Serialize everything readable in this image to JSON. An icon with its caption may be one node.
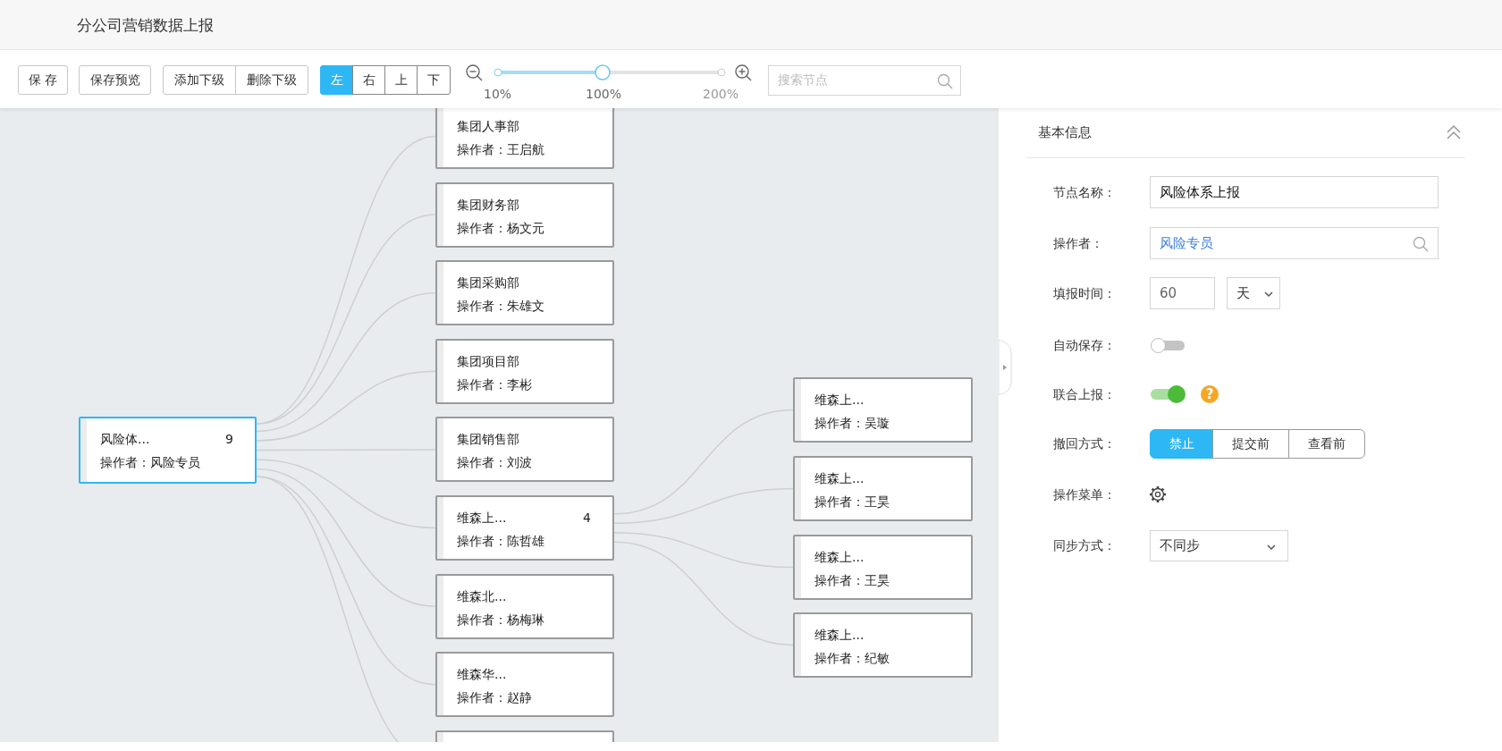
{
  "diagram": {
    "nodes": [
      {
        "text": [
          "风险体...",
          "9",
          "操作者：风险专员"
        ]
      },
      {
        "text": [
          "集团人事部",
          "操作者：王启航"
        ]
      },
      {
        "text": [
          "集团财务部",
          "操作者：杨文元"
        ]
      },
      {
        "text": [
          "集团采购部",
          "操作者：朱雄文"
        ]
      },
      {
        "text": [
          "集团项目部",
          "操作者：李彬"
        ]
      },
      {
        "text": [
          "集团销售部",
          "操作者：刘波"
        ]
      },
      {
        "text": [
          "维森上...",
          "4",
          "操作者：陈哲雄"
        ]
      },
      {
        "text": [
          "维森北...",
          "操作者：杨梅琳"
        ]
      },
      {
        "text": [
          "维森华...",
          "操作者：赵静"
        ]
      },
      {
        "text": [],
        "shape": "box"
      },
      {
        "text": [
          "维森上...",
          "操作者：吴璇"
        ]
      },
      {
        "text": [
          "维森上...",
          "操作者：王昊"
        ]
      },
      {
        "text": [
          "维森上...",
          "操作者：王昊"
        ]
      },
      {
        "text": [
          "维森上...",
          "操作者：纪敏"
        ]
      }
    ],
    "edges": [
      {
        "from": 0,
        "to": 1,
        "arrow": "none"
      },
      {
        "from": 0,
        "to": 2,
        "arrow": "none"
      },
      {
        "from": 0,
        "to": 3,
        "arrow": "none"
      },
      {
        "from": 0,
        "to": 4,
        "arrow": "none"
      },
      {
        "from": 0,
        "to": 5,
        "arrow": "none"
      },
      {
        "from": 0,
        "to": 6,
        "arrow": "none"
      },
      {
        "from": 0,
        "to": 7,
        "arrow": "none"
      },
      {
        "from": 0,
        "to": 8,
        "arrow": "none"
      },
      {
        "from": 0,
        "to": 9,
        "arrow": "none"
      },
      {
        "from": 6,
        "to": 10,
        "arrow": "none"
      },
      {
        "from": 6,
        "to": 11,
        "arrow": "none"
      },
      {
        "from": 6,
        "to": 12,
        "arrow": "none"
      },
      {
        "from": 6,
        "to": 13,
        "arrow": "none"
      }
    ],
    "labels": [
      "分公司营销数据上报",
      "保 存",
      "保存预览",
      "添加下级",
      "删除下级",
      "左",
      "右",
      "上",
      "下",
      "10%",
      "100%",
      "200%",
      "搜索节点",
      "基本信息",
      "节点名称：",
      "风险体系上报",
      "操作者：",
      "风险专员",
      "填报时间：",
      "60",
      "天",
      "自动保存：",
      "联合上报：",
      "?",
      "撤回方式：",
      "禁止",
      "提交前",
      "查看前",
      "操作菜单：",
      "同步方式：",
      "不同步"
    ]
  }
}
